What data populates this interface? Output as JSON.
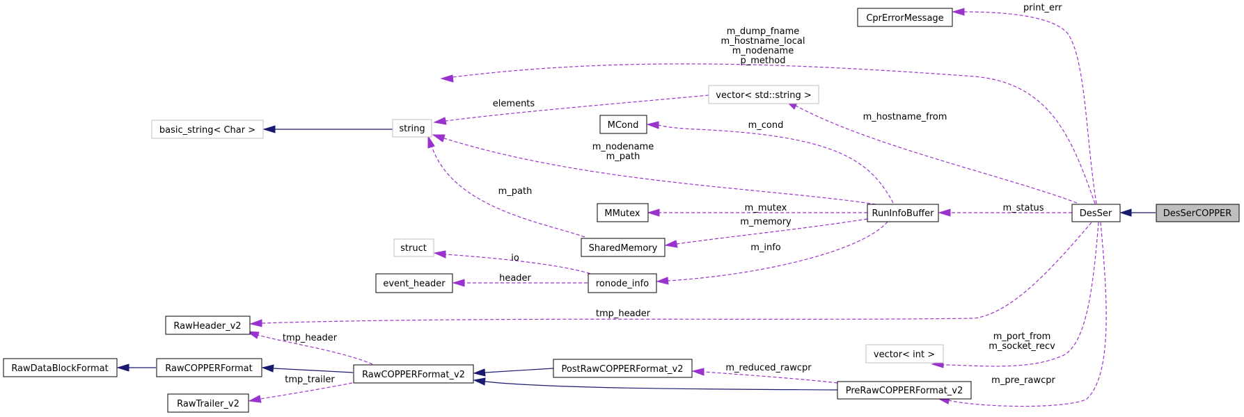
{
  "nodes": {
    "dessercopper": "DesSerCOPPER",
    "desser": "DesSer",
    "cprerror": "CprErrorMessage",
    "vector_string": "vector< std::string >",
    "string": "string",
    "basic_string": "basic_string< Char >",
    "mcond": "MCond",
    "mmutex": "MMutex",
    "runinfobuffer": "RunInfoBuffer",
    "sharedmemory": "SharedMemory",
    "struct": "struct",
    "ronode_info": "ronode_info",
    "event_header": "event_header",
    "rawheader": "RawHeader_v2",
    "rawdatablock": "RawDataBlockFormat",
    "rawcopper": "RawCOPPERFormat",
    "rawcopper_v2": "RawCOPPERFormat_v2",
    "rawtrailer": "RawTrailer_v2",
    "postraw": "PostRawCOPPERFormat_v2",
    "preraw": "PreRawCOPPERFormat_v2",
    "vector_int": "vector< int >"
  },
  "edge_labels": {
    "print_err": "print_err",
    "desser_string": [
      "m_dump_fname",
      "m_hostname_local",
      "m_nodename",
      "p_method"
    ],
    "elements": "elements",
    "m_hostname_from": "m_hostname_from",
    "m_cond": "m_cond",
    "runinfo_string": [
      "m_nodename",
      "m_path"
    ],
    "m_path": "m_path",
    "m_mutex": "m_mutex",
    "m_status": "m_status",
    "m_memory": "m_memory",
    "m_info": "m_info",
    "io": "io",
    "header": "header",
    "tmp_header_desser": "tmp_header",
    "tmp_header_raw": "tmp_header",
    "tmp_trailer": "tmp_trailer",
    "vector_int_labels": [
      "m_port_from",
      "m_socket_recv"
    ],
    "m_reduced_rawcpr": "m_reduced_rawcpr",
    "m_pre_rawcpr": "m_pre_rawcpr"
  },
  "colors": {
    "inheritance": "#191970",
    "usage": "#9a32cd",
    "highlight_fill": "#bfbfbf"
  }
}
